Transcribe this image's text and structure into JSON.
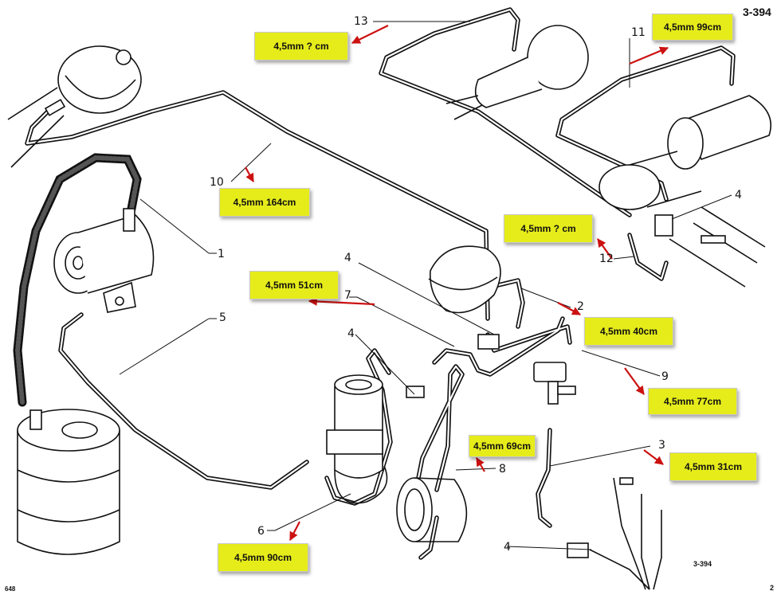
{
  "page_ref_top": "3-394",
  "page_ref_bottom": "3-394",
  "footer_left": "648",
  "footer_right": "2",
  "callouts": {
    "n1": "1",
    "n2": "2",
    "n3": "3",
    "n4a": "4",
    "n4b": "4",
    "n4c": "4",
    "n4d": "4",
    "n5": "5",
    "n6": "6",
    "n7": "7",
    "n8": "8",
    "n9": "9",
    "n10": "10",
    "n11": "11",
    "n12": "12",
    "n13": "13"
  },
  "tags": {
    "t13": "4,5mm ? cm",
    "t11": "4,5mm 99cm",
    "t10": "4,5mm 164cm",
    "t12": "4,5mm ? cm",
    "t7": "4,5mm 51cm",
    "t2": "4,5mm 40cm",
    "t9": "4,5mm 77cm",
    "t8": "4,5mm 69cm",
    "t3": "4,5mm 31cm",
    "t6": "4,5mm 90cm"
  },
  "colors": {
    "tag_fill": "#e6ec1a",
    "arrow": "#cc1111",
    "line": "#111111"
  }
}
